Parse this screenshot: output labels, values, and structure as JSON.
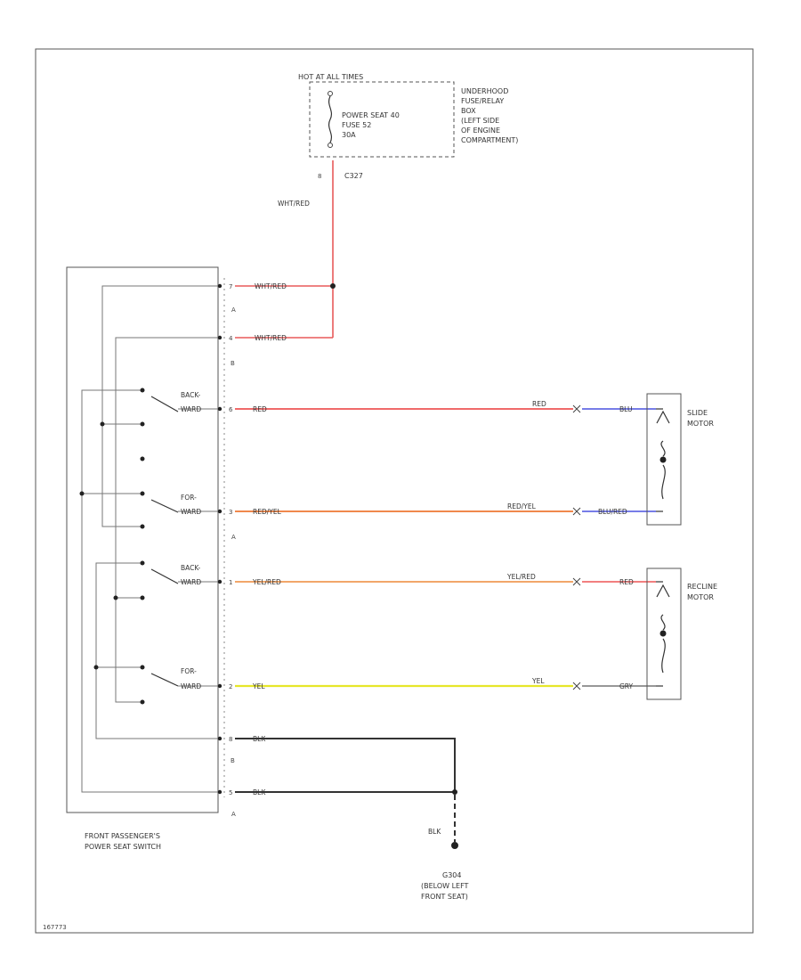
{
  "colors": {
    "wht_red": "#e85a5a",
    "red": "#ee5555",
    "red_yel": "#ee7733",
    "yel_red": "#f09a55",
    "yel": "#e6e62a",
    "blu": "#4a52e0",
    "blu_red": "#4a52e0",
    "blk": "#333333",
    "gray": "#777777"
  },
  "fuse_box": {
    "title": "HOT AT ALL TIMES",
    "fuse_label": [
      "POWER SEAT 40",
      "FUSE 52",
      "30A"
    ],
    "location": [
      "UNDERHOOD",
      "FUSE/RELAY",
      "BOX",
      "(LEFT SIDE",
      "OF ENGINE",
      "COMPARTMENT)"
    ],
    "pin": "8",
    "connector": "C327"
  },
  "wires": {
    "wht_red": "WHT/RED",
    "red": "RED",
    "red_yel": "RED/YEL",
    "yel_red": "YEL/RED",
    "yel": "YEL",
    "blu": "BLU",
    "blu_red": "BLU/RED",
    "gry": "GRY",
    "blk": "BLK"
  },
  "switch": {
    "name": [
      "FRONT PASSENGER'S",
      "POWER SEAT SWITCH"
    ],
    "positions": [
      [
        "BACK-",
        "WARD"
      ],
      [
        "FOR-",
        "WARD"
      ],
      [
        "BACK-",
        "WARD"
      ],
      [
        "FOR-",
        "WARD"
      ]
    ],
    "pins": [
      "7",
      "4",
      "6",
      "3",
      "1",
      "2",
      "8",
      "5"
    ]
  },
  "motors": {
    "slide": [
      "SLIDE",
      "MOTOR"
    ],
    "recline": [
      "RECLINE",
      "MOTOR"
    ]
  },
  "ground": {
    "id": "G304",
    "location": [
      "(BELOW LEFT",
      "FRONT SEAT)"
    ]
  },
  "footer_code": "167773"
}
